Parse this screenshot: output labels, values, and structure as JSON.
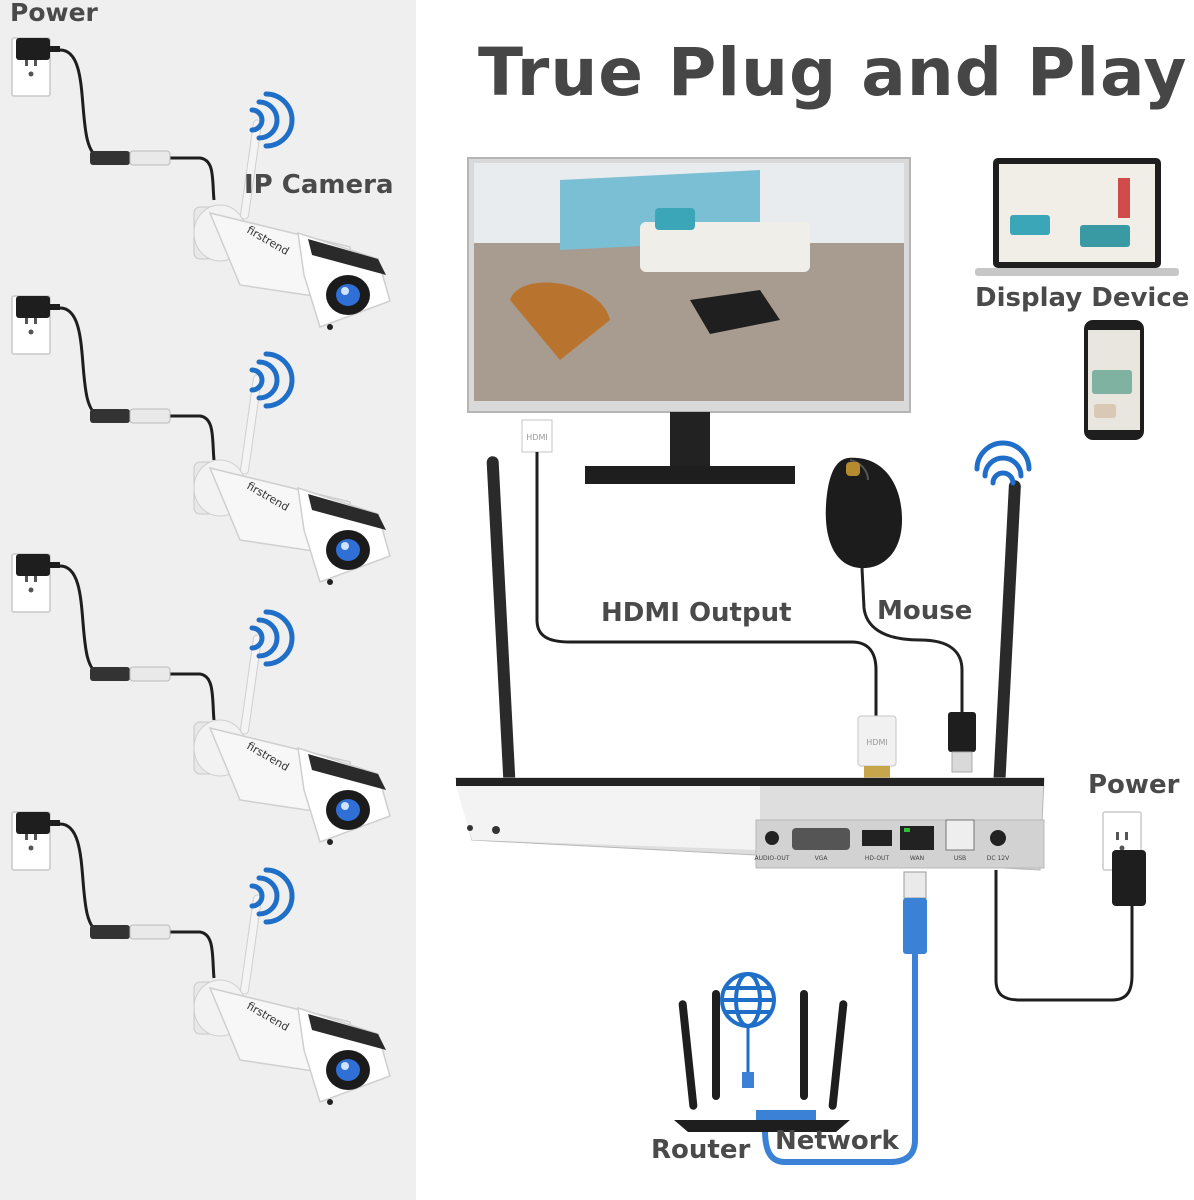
{
  "title": "True Plug and Play",
  "labels": {
    "power_top_left": "Power",
    "ip_camera": "IP Camera",
    "display_device": "Display Device",
    "hdmi_output": "HDMI Output",
    "mouse": "Mouse",
    "power_right": "Power",
    "router": "Router",
    "network": "Network"
  },
  "camera_brand": "firstrend",
  "hdmi_plug_text": "HDMI",
  "nvr_ports": [
    "AUDIO-OUT",
    "VGA",
    "HD-OUT",
    "WAN",
    "USB",
    "DC 12V"
  ],
  "colors": {
    "left_panel": "#efefef",
    "label_text": "#4a4a4a",
    "wifi_signal": "#1f6fc9",
    "network_cable": "#3b82d6"
  }
}
